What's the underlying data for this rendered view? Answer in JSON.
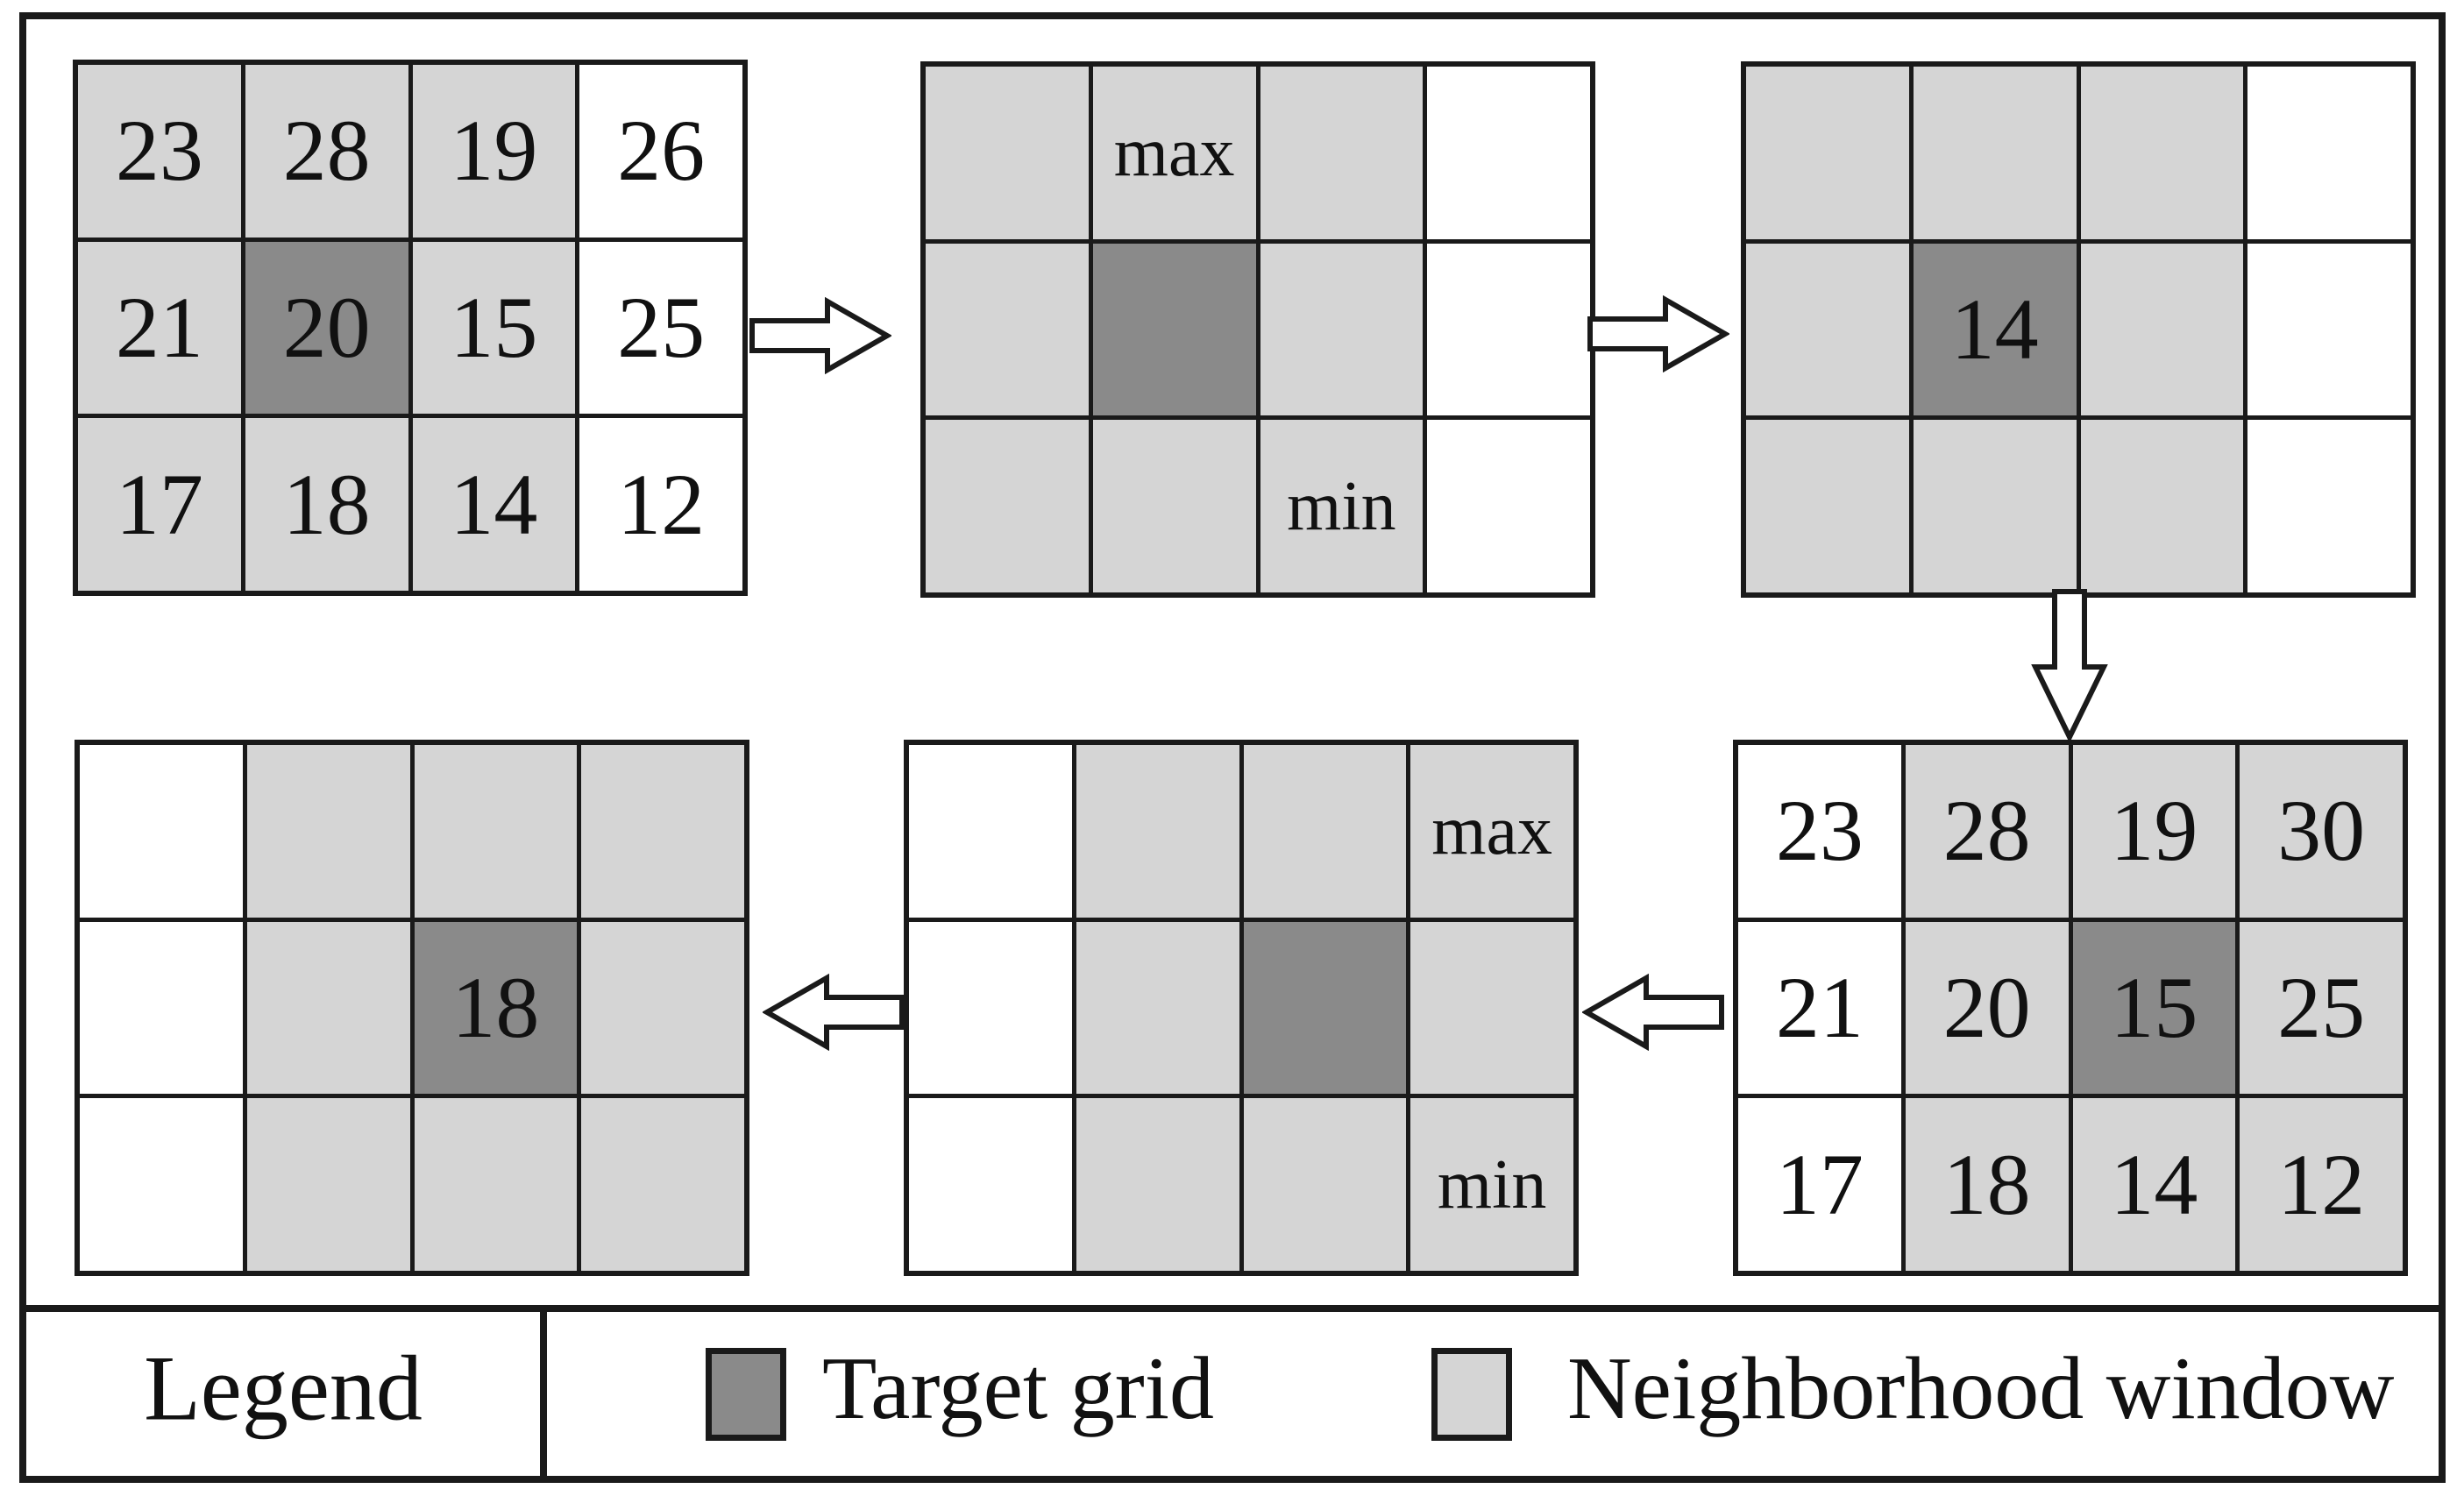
{
  "figure": {
    "colors": {
      "target_grid": "#8a8a8a",
      "neighborhood_window": "#d5d5d5",
      "empty_cell": "#ffffff",
      "line": "#1a1a1a"
    },
    "grids": [
      {
        "id": "step-1-source-window-left",
        "rows": [
          [
            [
              "23",
              "n"
            ],
            [
              "28",
              "n"
            ],
            [
              "19",
              "n"
            ],
            [
              "26",
              "e"
            ]
          ],
          [
            [
              "21",
              "n"
            ],
            [
              "20",
              "t"
            ],
            [
              "15",
              "n"
            ],
            [
              "25",
              "e"
            ]
          ],
          [
            [
              "17",
              "n"
            ],
            [
              "18",
              "n"
            ],
            [
              "14",
              "n"
            ],
            [
              "12",
              "e"
            ]
          ]
        ]
      },
      {
        "id": "step-2-max-min",
        "rows": [
          [
            [
              "",
              "n"
            ],
            [
              "max",
              "n"
            ],
            [
              "",
              "n"
            ],
            [
              "",
              "e"
            ]
          ],
          [
            [
              "",
              "n"
            ],
            [
              "",
              "t"
            ],
            [
              "",
              "n"
            ],
            [
              "",
              "e"
            ]
          ],
          [
            [
              "",
              "n"
            ],
            [
              "",
              "n"
            ],
            [
              "min",
              "n"
            ],
            [
              "",
              "e"
            ]
          ]
        ]
      },
      {
        "id": "step-3-result-14",
        "rows": [
          [
            [
              "",
              "n"
            ],
            [
              "",
              "n"
            ],
            [
              "",
              "n"
            ],
            [
              "",
              "e"
            ]
          ],
          [
            [
              "",
              "n"
            ],
            [
              "14",
              "t"
            ],
            [
              "",
              "n"
            ],
            [
              "",
              "e"
            ]
          ],
          [
            [
              "",
              "n"
            ],
            [
              "",
              "n"
            ],
            [
              "",
              "n"
            ],
            [
              "",
              "e"
            ]
          ]
        ]
      },
      {
        "id": "step-4-source-window-right",
        "rows": [
          [
            [
              "23",
              "e"
            ],
            [
              "28",
              "n"
            ],
            [
              "19",
              "n"
            ],
            [
              "30",
              "n"
            ]
          ],
          [
            [
              "21",
              "e"
            ],
            [
              "20",
              "n"
            ],
            [
              "15",
              "t"
            ],
            [
              "25",
              "n"
            ]
          ],
          [
            [
              "17",
              "e"
            ],
            [
              "18",
              "n"
            ],
            [
              "14",
              "n"
            ],
            [
              "12",
              "n"
            ]
          ]
        ]
      },
      {
        "id": "step-5-max-min",
        "rows": [
          [
            [
              "",
              "e"
            ],
            [
              "",
              "n"
            ],
            [
              "",
              "n"
            ],
            [
              "max",
              "n"
            ]
          ],
          [
            [
              "",
              "e"
            ],
            [
              "",
              "n"
            ],
            [
              "",
              "t"
            ],
            [
              "",
              "n"
            ]
          ],
          [
            [
              "",
              "e"
            ],
            [
              "",
              "n"
            ],
            [
              "",
              "n"
            ],
            [
              "min",
              "n"
            ]
          ]
        ]
      },
      {
        "id": "step-6-result-18",
        "rows": [
          [
            [
              "",
              "e"
            ],
            [
              "",
              "n"
            ],
            [
              "",
              "n"
            ],
            [
              "",
              "n"
            ]
          ],
          [
            [
              "",
              "e"
            ],
            [
              "",
              "n"
            ],
            [
              "18",
              "t"
            ],
            [
              "",
              "n"
            ]
          ],
          [
            [
              "",
              "e"
            ],
            [
              "",
              "n"
            ],
            [
              "",
              "n"
            ],
            [
              "",
              "n"
            ]
          ]
        ]
      }
    ],
    "arrows": [
      "right",
      "right",
      "down",
      "left",
      "left"
    ],
    "legend": {
      "title": "Legend",
      "items": [
        {
          "label": "Target grid",
          "type": "t"
        },
        {
          "label": "Neighborhood window",
          "type": "n"
        }
      ]
    }
  }
}
